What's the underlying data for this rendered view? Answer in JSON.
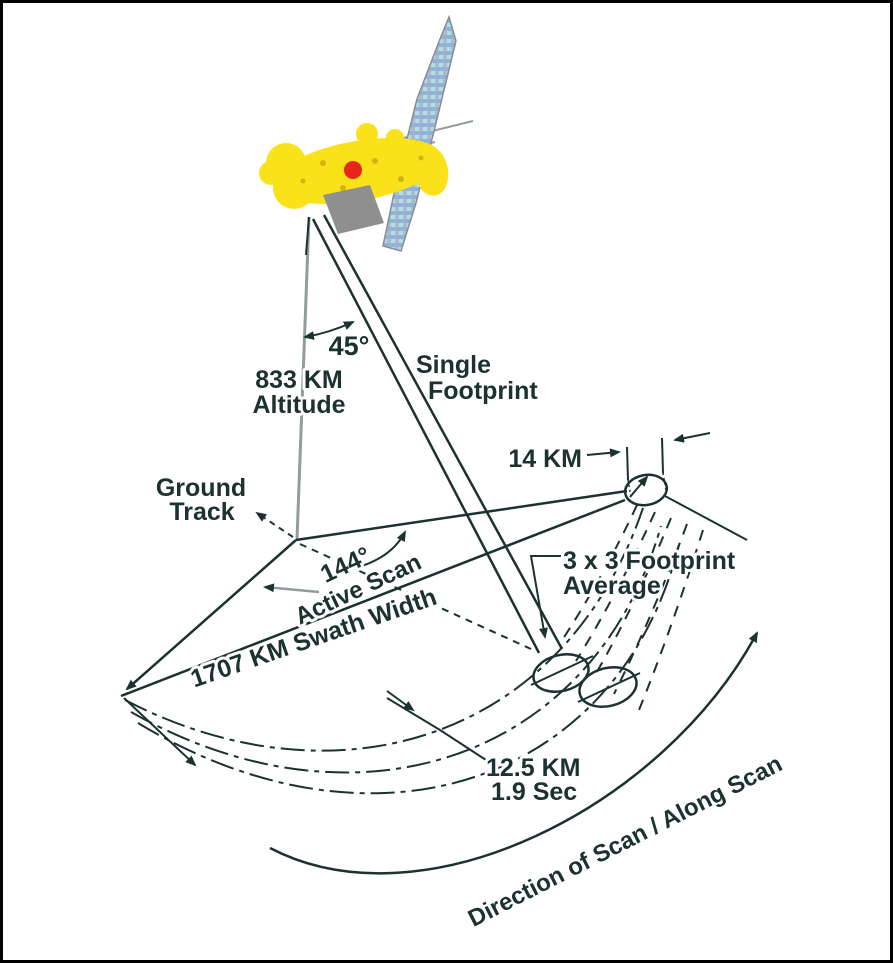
{
  "diagram": {
    "labels": {
      "angle45": "45°",
      "altitude1": "833 KM",
      "altitude2": "Altitude",
      "single1": "Single",
      "single2": "Footprint",
      "km14": "14 KM",
      "ground1": "Ground",
      "ground2": "Track",
      "angle144": "144°",
      "activeScan": "Active Scan",
      "swath": "1707 KM Swath Width",
      "avg1": "3 x 3 Footprint",
      "avg2": "Average",
      "res1": "12.5 KM",
      "res2": "1.9 Sec",
      "direction": "Direction of Scan / Along Scan"
    },
    "colors": {
      "line": "#1c3230",
      "gray_line": "#8f9e9c",
      "satellite_yellow": "#F9E21A",
      "satellite_red": "#E8251C",
      "antenna_gray": "#8f8f8f",
      "panel_blue": "#8fb4dc",
      "panel_cyan": "#a9e0ec",
      "panel_gray": "#b3b9c4",
      "background": "#ffffff",
      "border": "#000000"
    }
  }
}
